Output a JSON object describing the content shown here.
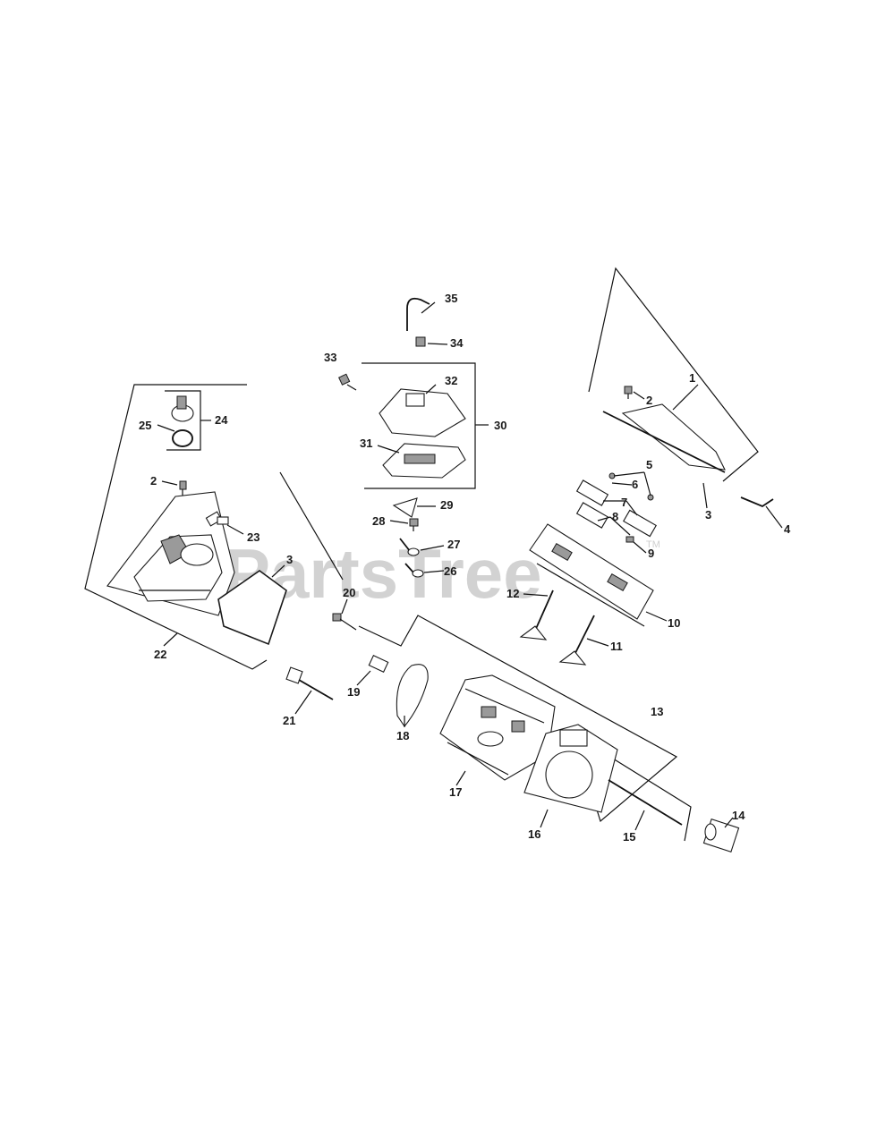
{
  "watermark": {
    "text": "PartsTree",
    "mark": "TM"
  },
  "callouts": {
    "c1": "1",
    "c2a": "2",
    "c2b": "2",
    "c3a": "3",
    "c3b": "3",
    "c4": "4",
    "c5": "5",
    "c6": "6",
    "c7": "7",
    "c8": "8",
    "c9": "9",
    "c10": "10",
    "c11": "11",
    "c12": "12",
    "c13": "13",
    "c14": "14",
    "c15": "15",
    "c16": "16",
    "c17": "17",
    "c18": "18",
    "c19": "19",
    "c20": "20",
    "c21": "21",
    "c22": "22",
    "c23": "23",
    "c24": "24",
    "c25": "25",
    "c26": "26",
    "c27": "27",
    "c28": "28",
    "c29": "29",
    "c30": "30",
    "c31": "31",
    "c32": "32",
    "c33": "33",
    "c34": "34",
    "c35": "35"
  }
}
